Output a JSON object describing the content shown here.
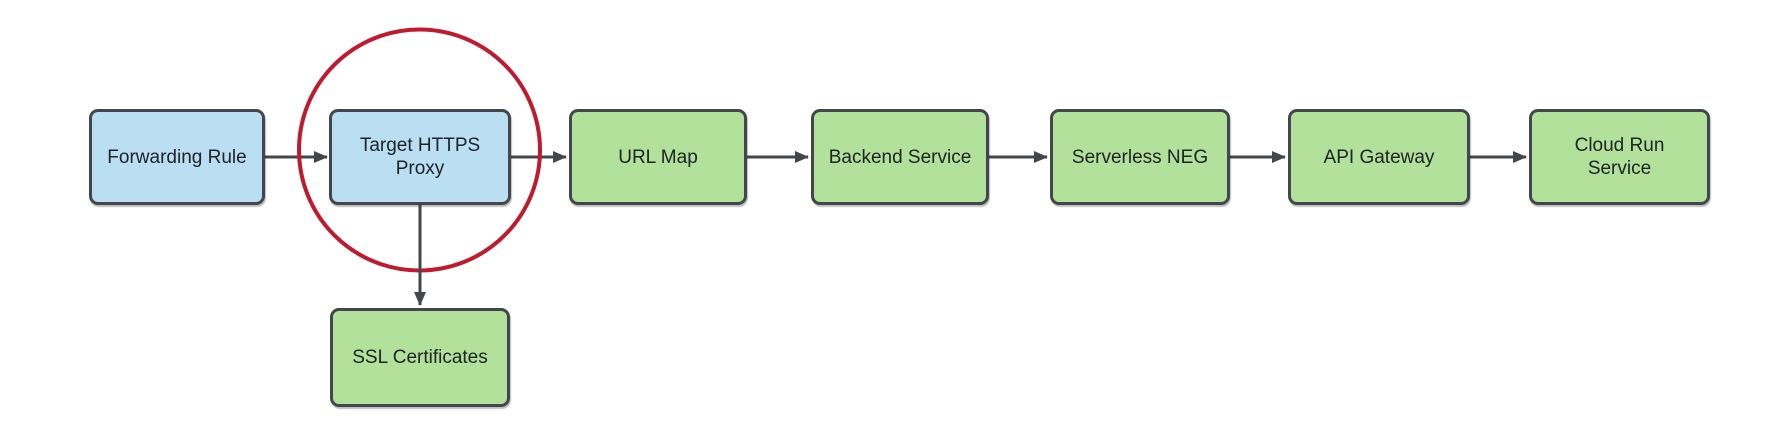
{
  "diagram": {
    "description": "GCP HTTPS load balancing flow with Target HTTPS Proxy highlighted",
    "nodes": [
      {
        "id": "forwarding-rule",
        "label": "Forwarding Rule",
        "fill": "blue"
      },
      {
        "id": "target-https-proxy",
        "label": "Target HTTPS\nProxy",
        "fill": "blue",
        "highlighted": true
      },
      {
        "id": "url-map",
        "label": "URL Map",
        "fill": "green"
      },
      {
        "id": "backend-service",
        "label": "Backend Service",
        "fill": "green"
      },
      {
        "id": "serverless-neg",
        "label": "Serverless NEG",
        "fill": "green"
      },
      {
        "id": "api-gateway",
        "label": "API Gateway",
        "fill": "green"
      },
      {
        "id": "cloud-run-service",
        "label": "Cloud Run\nService",
        "fill": "green"
      },
      {
        "id": "ssl-certificates",
        "label": "SSL Certificates",
        "fill": "green"
      }
    ],
    "edges": [
      {
        "from": "forwarding-rule",
        "to": "target-https-proxy",
        "direction": "right"
      },
      {
        "from": "target-https-proxy",
        "to": "url-map",
        "direction": "right"
      },
      {
        "from": "url-map",
        "to": "backend-service",
        "direction": "right"
      },
      {
        "from": "backend-service",
        "to": "serverless-neg",
        "direction": "right"
      },
      {
        "from": "serverless-neg",
        "to": "api-gateway",
        "direction": "right"
      },
      {
        "from": "api-gateway",
        "to": "cloud-run-service",
        "direction": "right"
      },
      {
        "from": "target-https-proxy",
        "to": "ssl-certificates",
        "direction": "down"
      }
    ],
    "annotations": [
      {
        "shape": "circle",
        "around": "target-https-proxy",
        "color": "#bf1a2e"
      }
    ],
    "colors": {
      "blue_fill": "#badef2",
      "green_fill": "#b1e19a",
      "node_border": "#43474b",
      "arrow": "#43474b",
      "highlight_circle": "#bf1a2e",
      "text": "#202327",
      "background": "#ffffff"
    }
  }
}
